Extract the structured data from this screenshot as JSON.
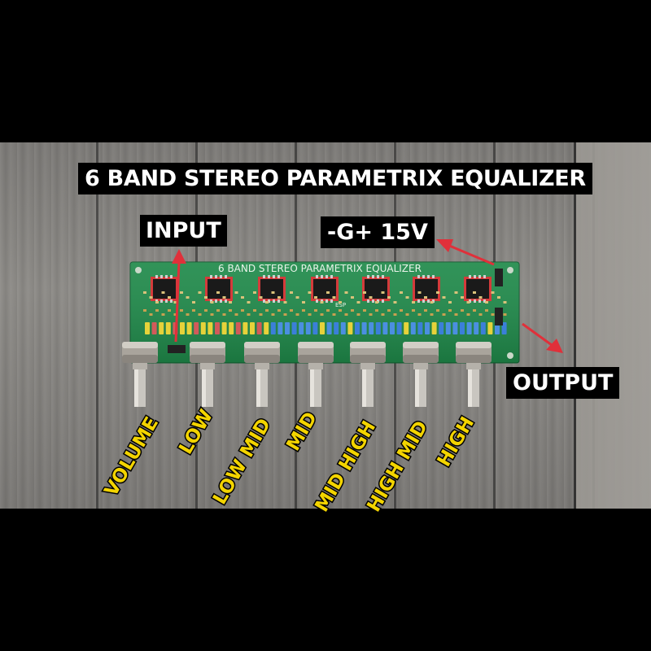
{
  "title": "6 BAND STEREO PARAMETRIX EQUALIZER",
  "labels": {
    "input": "INPUT",
    "power": "-G+ 15V",
    "output": "OUTPUT"
  },
  "pcb": {
    "silkscreen_title": "6 BAND STEREO PARAMETRIX EQUALIZER",
    "brand": "ESP"
  },
  "bands": [
    "VOLUME",
    "LOW",
    "LOW MID",
    "MID",
    "MID HIGH",
    "HIGH MID",
    "HIGH"
  ],
  "colors": {
    "band_label": "#f3d400",
    "pcb": "#1f8a4a",
    "arrow": "#e0303a"
  }
}
